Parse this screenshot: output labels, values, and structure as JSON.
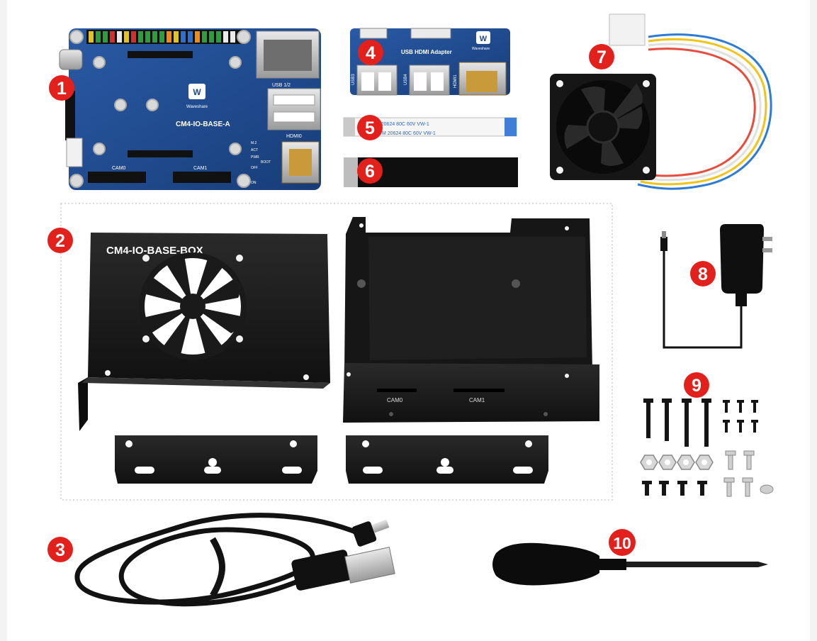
{
  "badges": [
    "1",
    "2",
    "3",
    "4",
    "5",
    "6",
    "7",
    "8",
    "9",
    "10"
  ],
  "board": {
    "model": "CM4-IO-BASE-A",
    "brand": "Waveshare",
    "usb_label": "USB 1/2",
    "hdmi_label": "HDMI0",
    "cam0_label": "CAM0",
    "cam1_label": "CAM1",
    "led_labels": [
      "M.2",
      "ACT",
      "PWR",
      "BOOT"
    ],
    "switch_labels": [
      "OFF",
      "ON"
    ]
  },
  "adapter": {
    "title": "USB HDMI Adapter",
    "brand": "Waveshare",
    "port_labels": [
      "USB3",
      "USB4",
      "HDMI1"
    ]
  },
  "ffc_cable": {
    "print_top": "M 20624 80C 60V VW-1",
    "print_bottom": "AWM 20624 80C 60V VW-1"
  },
  "case": {
    "lid_text": "CM4-IO-BASE-BOX",
    "cam0": "CAM0",
    "cam1": "CAM1"
  },
  "colors": {
    "badge": "#e3211c",
    "pcb": "#1e4a8c",
    "metal": "#1a1a1a",
    "page": "#ffffff"
  },
  "icons": [
    "fan-icon",
    "power-adapter-icon",
    "usb-cable-icon",
    "screwdriver-icon",
    "screws-icon"
  ]
}
